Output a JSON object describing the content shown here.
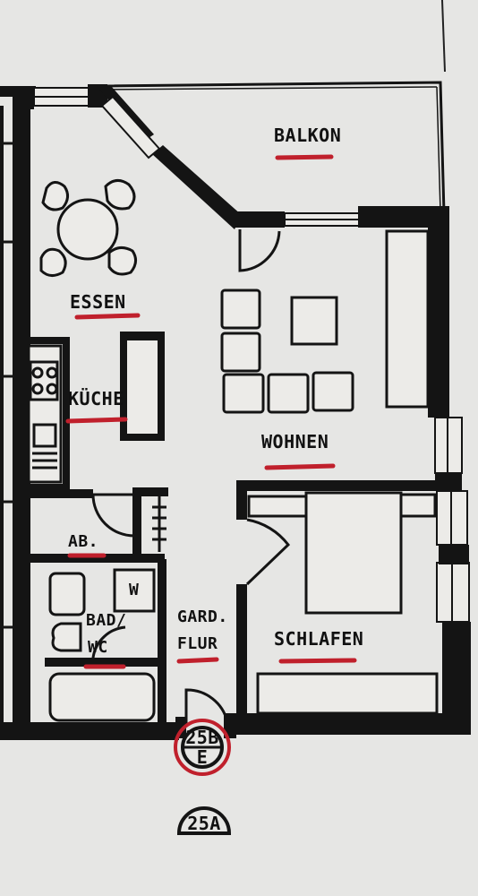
{
  "plan": {
    "rooms": {
      "balkon": "BALKON",
      "essen": "ESSEN",
      "kueche": "KÜCHE",
      "wohnen": "WOHNEN",
      "ab": "AB.",
      "bad_line1": "BAD/",
      "bad_line2": "WC",
      "gard_line1": "GARD.",
      "gard_line2": "FLUR",
      "schlafen": "SCHLAFEN",
      "w_mark": "W"
    },
    "markers": {
      "unit_top": "25B",
      "unit_bottom": "E",
      "next_unit": "25A"
    }
  },
  "colors": {
    "paper": "#e6e6e4",
    "ink": "#141414",
    "underline": "#c0202c"
  }
}
